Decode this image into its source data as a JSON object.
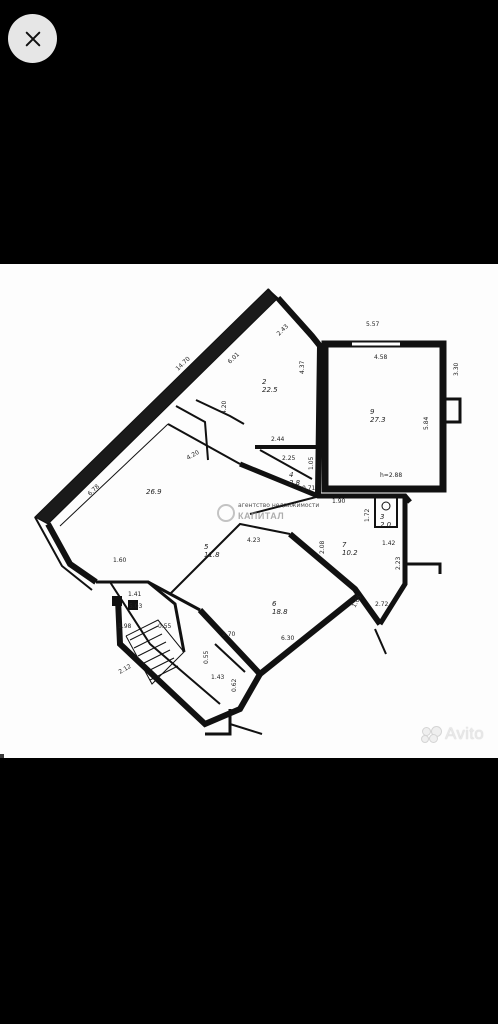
{
  "controls": {
    "close_icon": "close-icon"
  },
  "watermark": {
    "brand": "КАПИТАЛ",
    "tagline": "агентство недвижимости"
  },
  "overlay": {
    "brand": "Avito",
    "logo_icon": "avito-dots-icon"
  },
  "plan": {
    "dims": {
      "d1": "14.70",
      "d2": "6.01",
      "d3": "2.43",
      "d4": "4.37",
      "d5": "4.20",
      "d6": "2.44",
      "d7": "2.25",
      "d8": "1.05",
      "d9": "0.71",
      "d10": "1.60",
      "d11": "4.20",
      "d12": "6.78",
      "d13": "5.57",
      "d14": "4.58",
      "d15": "3.30",
      "d16": "5.84",
      "d17": "1.90",
      "d18": "1.72",
      "d19": "1.42",
      "d20": "2.23",
      "d21": "2.72",
      "d22": "1.65",
      "d23": "0.55",
      "d24": "6.30",
      "d25": "2.70",
      "d26": "4.23",
      "d27": "2.08",
      "d28": "1.98",
      "d29": "2.12",
      "d30": "0.55",
      "d31": "1.43",
      "d32": "0.62",
      "d33": "5.03",
      "d34": "1.41"
    },
    "rooms": {
      "r1": "2\n22.5",
      "r2": "9\n27.3",
      "r3": "4\n2.8",
      "r4": "26.9",
      "r5": "5\n11.8",
      "r6": "7\n10.2",
      "r7": "6\n18.8",
      "r8": "3\n2.0"
    },
    "height_note": "h=2.88"
  }
}
